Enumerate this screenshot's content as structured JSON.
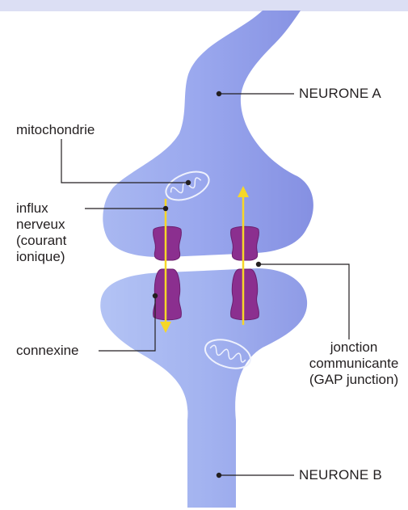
{
  "colors": {
    "neuron_fill": "#8f9ee9",
    "neuron_light": "#b8c6f3",
    "connexin": "#8b2f8f",
    "arrow": "#f6d728",
    "leader": "#231f20",
    "top_band": "#dcdff4"
  },
  "labels": {
    "neurone_a": "NEURONE A",
    "neurone_b": "NEURONE B",
    "mitochondrie": "mitochondrie",
    "influx_lines": [
      "influx",
      "nerveux",
      "(courant",
      "ionique)"
    ],
    "connexine": "connexine",
    "jonction_lines": [
      "jonction",
      "communicante",
      "(GAP junction)"
    ]
  }
}
